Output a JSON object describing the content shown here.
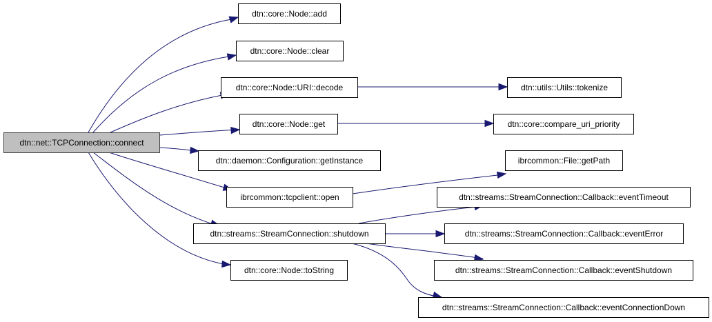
{
  "graph": {
    "type": "call-graph",
    "root": "connect",
    "colors": {
      "edge": "#191970",
      "root_fill": "#bfbfbf",
      "node_fill": "#ffffff",
      "node_border": "#000000"
    },
    "nodes": [
      {
        "id": "connect",
        "label": "dtn::net::TCPConnection::connect",
        "root": true
      },
      {
        "id": "add",
        "label": "dtn::core::Node::add"
      },
      {
        "id": "clear",
        "label": "dtn::core::Node::clear"
      },
      {
        "id": "decode",
        "label": "dtn::core::Node::URI::decode"
      },
      {
        "id": "get",
        "label": "dtn::core::Node::get"
      },
      {
        "id": "getInstance",
        "label": "dtn::daemon::Configuration::getInstance"
      },
      {
        "id": "open",
        "label": "ibrcommon::tcpclient::open"
      },
      {
        "id": "shutdown",
        "label": "dtn::streams::StreamConnection::shutdown"
      },
      {
        "id": "toString",
        "label": "dtn::core::Node::toString"
      },
      {
        "id": "tokenize",
        "label": "dtn::utils::Utils::tokenize"
      },
      {
        "id": "compare",
        "label": "dtn::core::compare_uri_priority"
      },
      {
        "id": "getPath",
        "label": "ibrcommon::File::getPath"
      },
      {
        "id": "eventTimeout",
        "label": "dtn::streams::StreamConnection::Callback::eventTimeout"
      },
      {
        "id": "eventError",
        "label": "dtn::streams::StreamConnection::Callback::eventError"
      },
      {
        "id": "eventShutdown",
        "label": "dtn::streams::StreamConnection::Callback::eventShutdown"
      },
      {
        "id": "eventConnectionDown",
        "label": "dtn::streams::StreamConnection::Callback::eventConnectionDown"
      }
    ],
    "edges": [
      {
        "from": "connect",
        "to": "add"
      },
      {
        "from": "connect",
        "to": "clear"
      },
      {
        "from": "connect",
        "to": "decode"
      },
      {
        "from": "connect",
        "to": "get"
      },
      {
        "from": "connect",
        "to": "getInstance"
      },
      {
        "from": "connect",
        "to": "open"
      },
      {
        "from": "connect",
        "to": "shutdown"
      },
      {
        "from": "connect",
        "to": "toString"
      },
      {
        "from": "decode",
        "to": "tokenize"
      },
      {
        "from": "get",
        "to": "compare"
      },
      {
        "from": "open",
        "to": "getPath"
      },
      {
        "from": "shutdown",
        "to": "eventTimeout"
      },
      {
        "from": "shutdown",
        "to": "eventError"
      },
      {
        "from": "shutdown",
        "to": "eventShutdown"
      },
      {
        "from": "shutdown",
        "to": "eventConnectionDown"
      }
    ]
  }
}
